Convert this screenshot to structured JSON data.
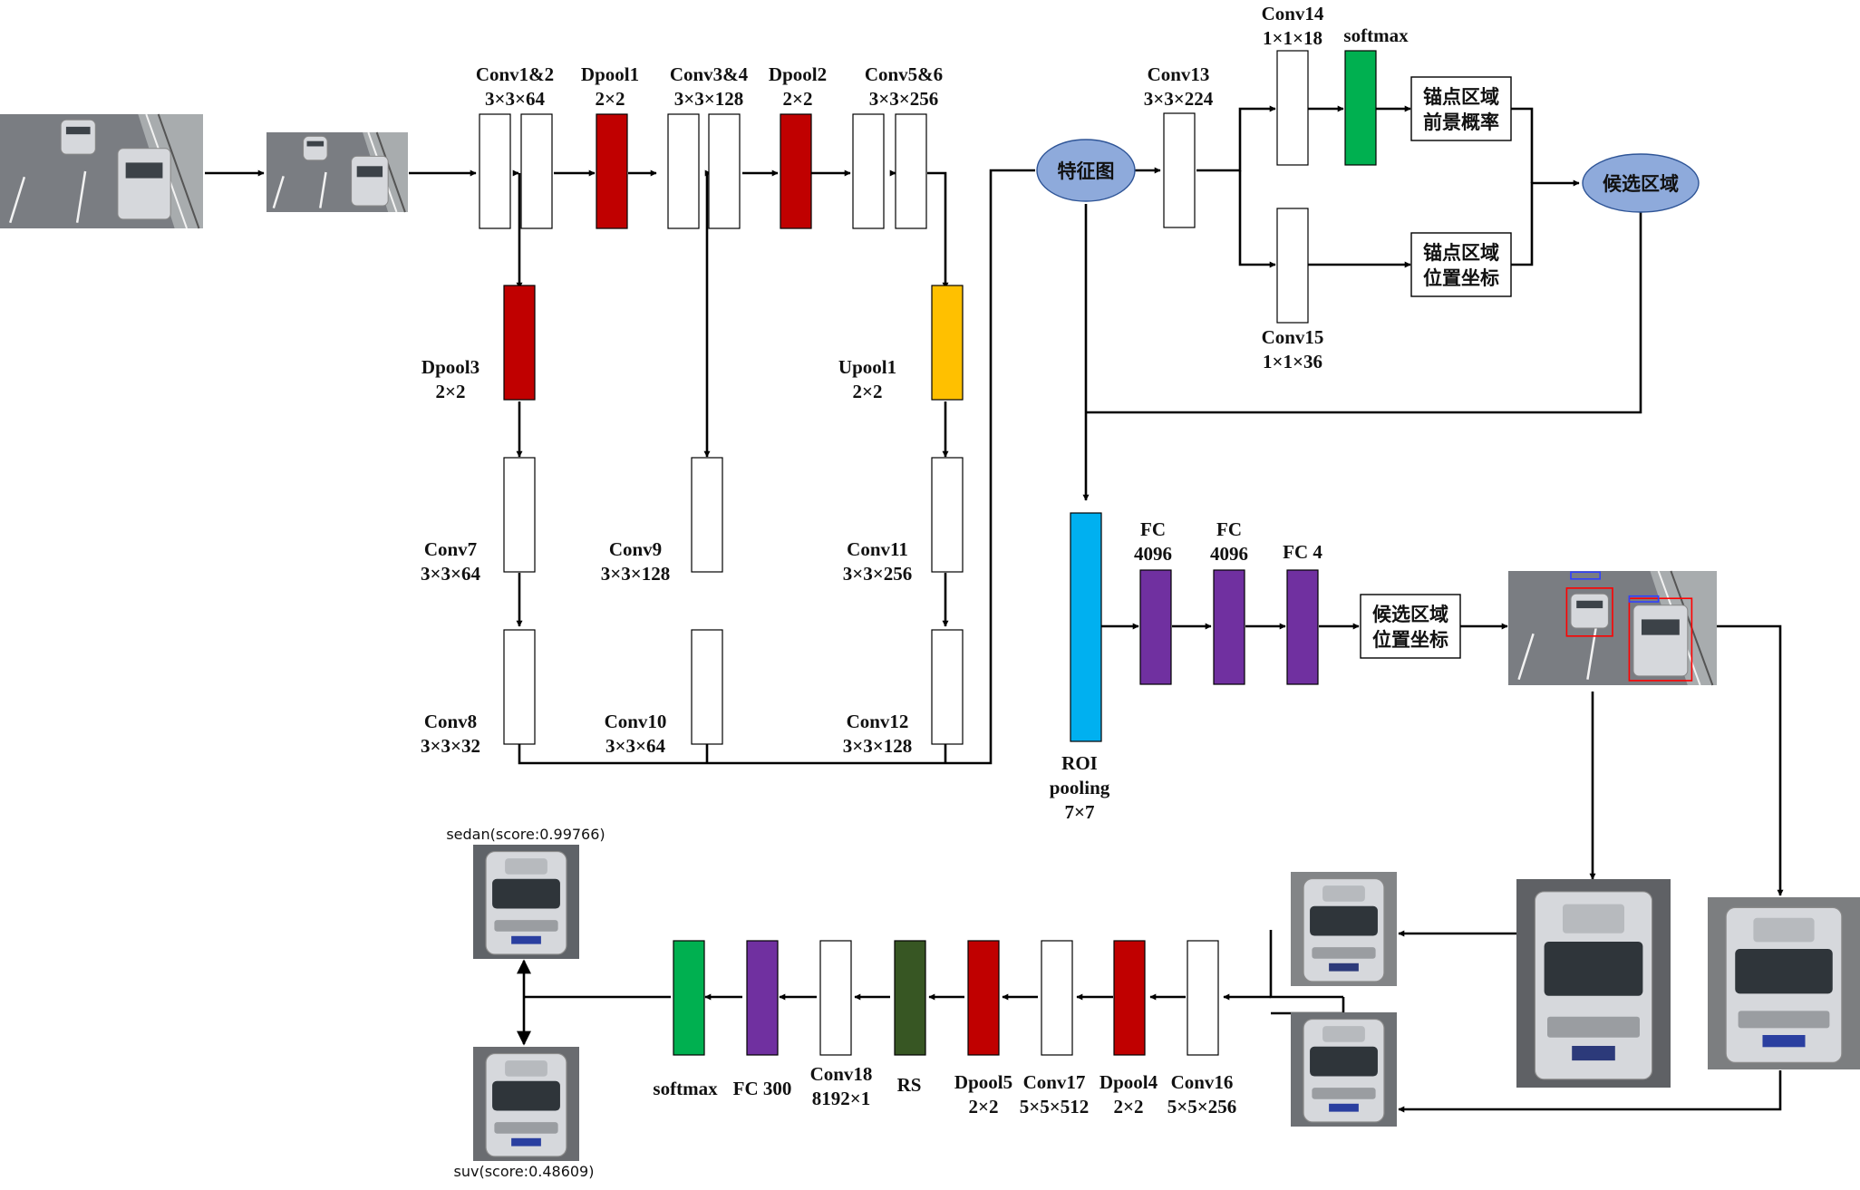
{
  "colors": {
    "conv": "#ffffff",
    "pool": "#c00000",
    "upool": "#ffc000",
    "roi": "#00b0f0",
    "fc": "#7030a0",
    "softmax": "#00b050",
    "rs": "#375623",
    "ellipse": "#8eaadb",
    "road": "#7a7d82",
    "car": "#d6d8dc",
    "bbox": "#ff0000",
    "bbox2": "#3040ff"
  },
  "labels": {
    "conv1_2": [
      "Conv1&2",
      "3×3×64"
    ],
    "dpool1": [
      "Dpool1",
      "2×2"
    ],
    "conv3_4": [
      "Conv3&4",
      "3×3×128"
    ],
    "dpool2": [
      "Dpool2",
      "2×2"
    ],
    "conv5_6": [
      "Conv5&6",
      "3×3×256"
    ],
    "dpool3": [
      "Dpool3",
      "2×2"
    ],
    "upool1": [
      "Upool1",
      "2×2"
    ],
    "conv7": [
      "Conv7",
      "3×3×64"
    ],
    "conv9": [
      "Conv9",
      "3×3×128"
    ],
    "conv11": [
      "Conv11",
      "3×3×256"
    ],
    "conv8": [
      "Conv8",
      "3×3×32"
    ],
    "conv10": [
      "Conv10",
      "3×3×64"
    ],
    "conv12": [
      "Conv12",
      "3×3×128"
    ],
    "conv13": [
      "Conv13",
      "3×3×224"
    ],
    "conv14": [
      "Conv14",
      "1×1×18"
    ],
    "softmax_top": [
      "softmax"
    ],
    "conv15": [
      "Conv15",
      "1×1×36"
    ],
    "roi": [
      "ROI",
      "pooling",
      "7×7"
    ],
    "fc1": [
      "FC",
      "4096"
    ],
    "fc2": [
      "FC",
      "4096"
    ],
    "fc3": [
      "FC 4"
    ],
    "softmax_bottom": [
      "softmax"
    ],
    "fc300": [
      "FC 300"
    ],
    "conv18": [
      "Conv18",
      "8192×1"
    ],
    "rs": [
      "RS"
    ],
    "dpool5": [
      "Dpool5",
      "2×2"
    ],
    "conv17": [
      "Conv17",
      "5×5×512"
    ],
    "dpool4": [
      "Dpool4",
      "2×2"
    ],
    "conv16": [
      "Conv16",
      "5×5×256"
    ]
  },
  "boxes": {
    "feature_map": "特征图",
    "anchor_fg": [
      "锚点区域",
      "前景概率"
    ],
    "anchor_pos": [
      "锚点区域",
      "位置坐标"
    ],
    "proposal": "候选区域",
    "proposal_pos": [
      "候选区域",
      "位置坐标"
    ]
  },
  "results": {
    "sedan": "sedan(score:0.99766)",
    "suv": "suv(score:0.48609)"
  }
}
